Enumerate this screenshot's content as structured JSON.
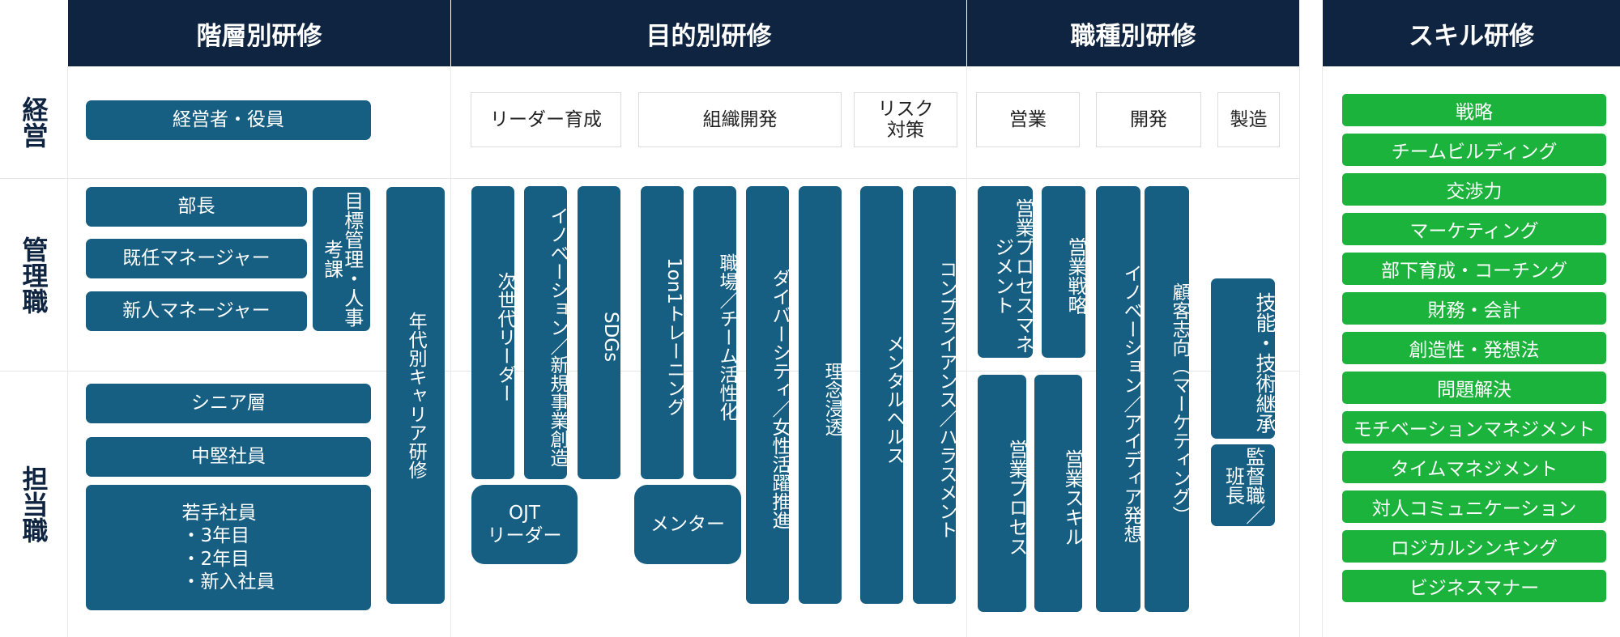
{
  "headers": {
    "hierarchy": "階層別研修",
    "purpose": "目的別研修",
    "occupation": "職種別研修",
    "skill": "スキル研修"
  },
  "rows": {
    "executive": "経営",
    "manager": "管理職",
    "staff": "担当職"
  },
  "hierarchy": {
    "executive_officer": "経営者・役員",
    "department_head": "部長",
    "current_manager": "既任マネージャー",
    "new_manager": "新人マネージャー",
    "goal_management": "目標管理・人事考課",
    "age_career": "年代別キャリア研修",
    "senior": "シニア層",
    "mid_career": "中堅社員",
    "young_staff": "若手社員\n・3年目\n・2年目\n・新入社員"
  },
  "purpose": {
    "leader_dev": "リーダー育成",
    "org_dev": "組織開発",
    "risk": "リスク\n対策",
    "next_gen_leader": "次世代リーダー",
    "innovation": "イノベーション／新規事業創造",
    "sdgs": "SDGs",
    "one_on_one": "1on1トレーニング",
    "team_activation": "職場／チーム活性化",
    "diversity": "ダイバーシティ／女性活躍推進",
    "philosophy": "理念浸透",
    "mental_health": "メンタルヘルス",
    "compliance": "コンプライアンス／ハラスメント",
    "ojt_leader": "OJT\nリーダー",
    "mentor": "メンター"
  },
  "occupation": {
    "sales": "営業",
    "development": "開発",
    "manufacturing": "製造",
    "sales_process_mgmt": "営業プロセスマネジメント",
    "sales_strategy": "営業戦略",
    "innovation_idea": "イノベーション／アイディア発想",
    "customer_orientation": "顧客志向（マーケティング）",
    "skill_transfer": "技能・技術継承",
    "sales_process": "営業プロセス",
    "sales_skill": "営業スキル",
    "supervisor": "監督職／班長"
  },
  "skills": [
    "戦略",
    "チームビルディング",
    "交渉力",
    "マーケティング",
    "部下育成・コーチング",
    "財務・会計",
    "創造性・発想法",
    "問題解決",
    "モチベーションマネジメント",
    "タイムマネジメント",
    "対人コミュニケーション",
    "ロジカルシンキング",
    "ビジネスマナー"
  ],
  "colors": {
    "header": "#0e2440",
    "box": "#165f82",
    "skill": "#1bb33c"
  }
}
